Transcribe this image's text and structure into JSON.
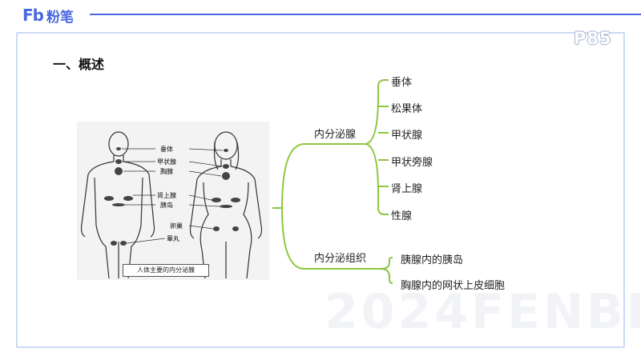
{
  "brand": {
    "logo": "Fb",
    "name": "粉笔"
  },
  "page_number": "P85",
  "section_title": "一、概述",
  "watermark": "2024FENBI",
  "figure": {
    "caption": "人体主要的内分泌腺",
    "labels": {
      "pituitary": "垂体",
      "thyroid": "甲状腺",
      "thymus": "胸腺",
      "adrenal": "肾上腺",
      "islet": "胰岛",
      "ovary": "卵巢",
      "testis": "睾丸"
    }
  },
  "mindmap": {
    "branches": [
      {
        "label": "内分泌腺",
        "children": [
          "垂体",
          "松果体",
          "甲状腺",
          "甲状旁腺",
          "肾上腺",
          "性腺"
        ]
      },
      {
        "label": "内分泌组织",
        "children": [
          "胰腺内的胰岛",
          "胸腺内的网状上皮细胞"
        ]
      }
    ]
  },
  "colors": {
    "accent": "#4a67e0",
    "branch": "#8cc63f",
    "frame": "#cdd9f6"
  }
}
